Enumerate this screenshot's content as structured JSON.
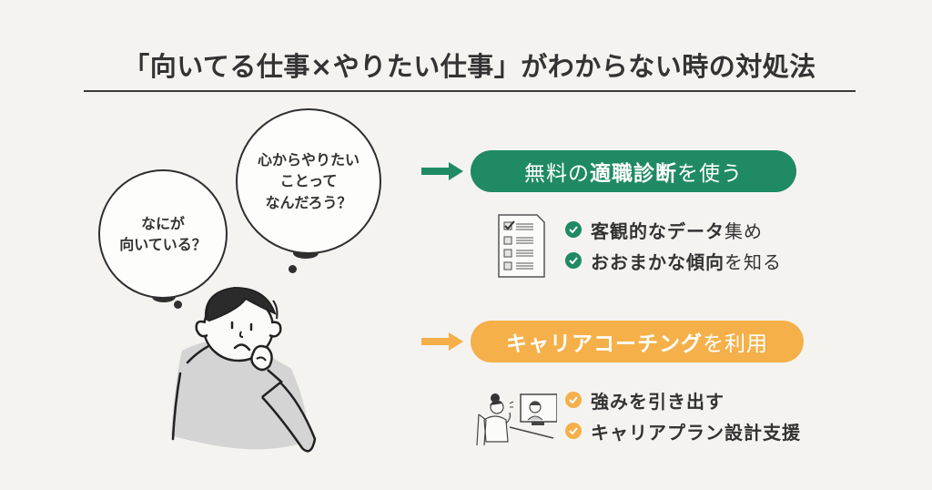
{
  "title": "「向いてる仕事×やりたい仕事」がわからない時の対処法",
  "colors": {
    "background": "#f4f3f0",
    "text": "#333333",
    "green": "#1f8a63",
    "orange": "#f5b04a",
    "shirt_gray": "#d3d4d3"
  },
  "thoughts": {
    "left": {
      "lines": [
        "なにが",
        "向いている？"
      ]
    },
    "right": {
      "lines": [
        "心からやりたい",
        "ことって",
        "なんだろう？"
      ]
    }
  },
  "sections": [
    {
      "pill": {
        "parts": [
          {
            "text": "無料の",
            "bold": false
          },
          {
            "text": "適職診断",
            "bold": true
          },
          {
            "text": "を使う",
            "bold": false
          }
        ]
      },
      "icon": "checklist-document-icon",
      "bullets": [
        {
          "parts": [
            {
              "text": "客観的なデータ",
              "bold": true
            },
            {
              "text": "集め",
              "bold": false
            }
          ]
        },
        {
          "parts": [
            {
              "text": "おおまかな傾向",
              "bold": true
            },
            {
              "text": "を知る",
              "bold": false
            }
          ]
        }
      ]
    },
    {
      "pill": {
        "parts": [
          {
            "text": "キャリアコーチング",
            "bold": true
          },
          {
            "text": "を利用",
            "bold": false
          }
        ]
      },
      "icon": "online-coaching-session-icon",
      "bullets": [
        {
          "parts": [
            {
              "text": "強みを引き出す",
              "bold": true
            }
          ]
        },
        {
          "parts": [
            {
              "text": "キャリアプラン設計支援",
              "bold": true
            }
          ]
        }
      ]
    }
  ]
}
